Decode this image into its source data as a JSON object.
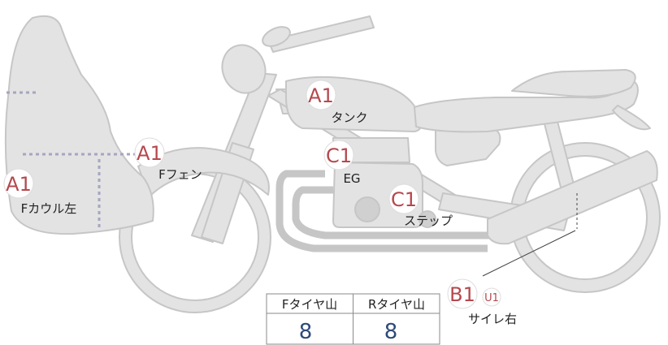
{
  "colors": {
    "body_fill": "#e3e3e3",
    "body_stroke": "#c6c6c6",
    "grade_text": "#b5484e",
    "value_text": "#2d4a7a",
    "table_border": "#8a8a8a",
    "dotted_line": "#a6a6c0"
  },
  "annotations": [
    {
      "id": "front-cowl-left",
      "grade": "A1",
      "sub": "",
      "part": "Fカウル左"
    },
    {
      "id": "front-fender",
      "grade": "A1",
      "sub": "",
      "part": "Fフェン"
    },
    {
      "id": "tank",
      "grade": "A1",
      "sub": "",
      "part": "タンク"
    },
    {
      "id": "engine",
      "grade": "C1",
      "sub": "",
      "part": "EG"
    },
    {
      "id": "step",
      "grade": "C1",
      "sub": "",
      "part": "ステップ"
    },
    {
      "id": "muffler-right",
      "grade": "B1",
      "sub": "U1",
      "part": "サイレ右"
    }
  ],
  "tire_table": {
    "headers": [
      "Fタイヤ山",
      "Rタイヤ山"
    ],
    "values": [
      "8",
      "8"
    ]
  }
}
